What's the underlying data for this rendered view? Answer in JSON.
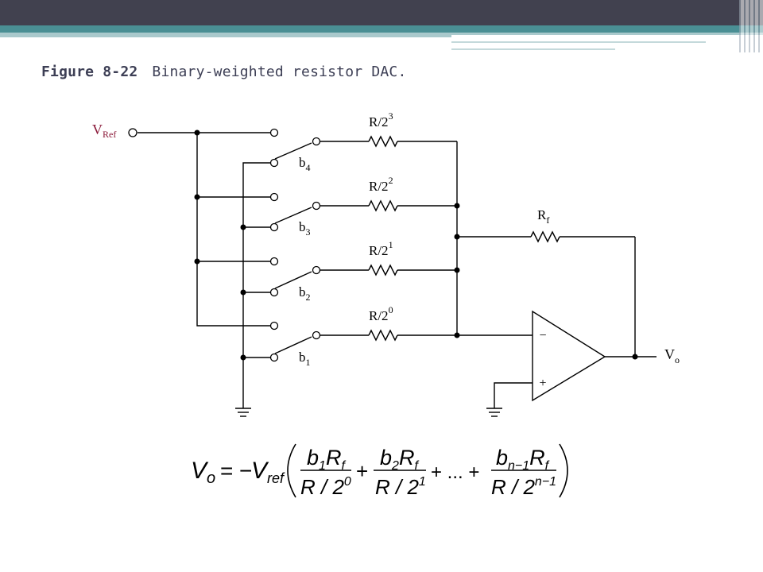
{
  "slide": {
    "figure_label": "Figure 8-22",
    "figure_caption": "Binary-weighted resistor DAC.",
    "colors": {
      "header_dark": "#41414f",
      "header_teal": "#4a8f94",
      "header_light": "#a9c9cc",
      "wire": "#000000",
      "vref_label": "#8b1a3a",
      "title_text": "#3d3f55"
    }
  },
  "circuit": {
    "vref": {
      "main": "V",
      "sub": "Ref"
    },
    "resistors": [
      {
        "base": "R/2",
        "exp": "3"
      },
      {
        "base": "R/2",
        "exp": "2"
      },
      {
        "base": "R/2",
        "exp": "1"
      },
      {
        "base": "R/2",
        "exp": "0"
      }
    ],
    "switches": [
      {
        "base": "b",
        "sub": "4"
      },
      {
        "base": "b",
        "sub": "3"
      },
      {
        "base": "b",
        "sub": "2"
      },
      {
        "base": "b",
        "sub": "1"
      }
    ],
    "feedback": {
      "base": "R",
      "sub": "f"
    },
    "output": {
      "base": "V",
      "sub": "o"
    },
    "opamp": {
      "inverting": "−",
      "noninverting": "+"
    }
  },
  "equation": {
    "lhs_V": "V",
    "lhs_sub": "o",
    "equals": "=",
    "minus": "−",
    "ref_V": "V",
    "ref_sub": "ref",
    "terms": [
      {
        "b": "b",
        "b_sub": "1",
        "R": "R",
        "R_sub": "f",
        "den": "R / 2",
        "den_exp": "0"
      },
      {
        "b": "b",
        "b_sub": "2",
        "R": "R",
        "R_sub": "f",
        "den": "R / 2",
        "den_exp": "1"
      },
      {
        "b": "b",
        "b_sub": "n−1",
        "R": "R",
        "R_sub": "f",
        "den": "R / 2",
        "den_exp": "n−1"
      }
    ],
    "plus": "+",
    "ellipsis": "+ ... +"
  }
}
